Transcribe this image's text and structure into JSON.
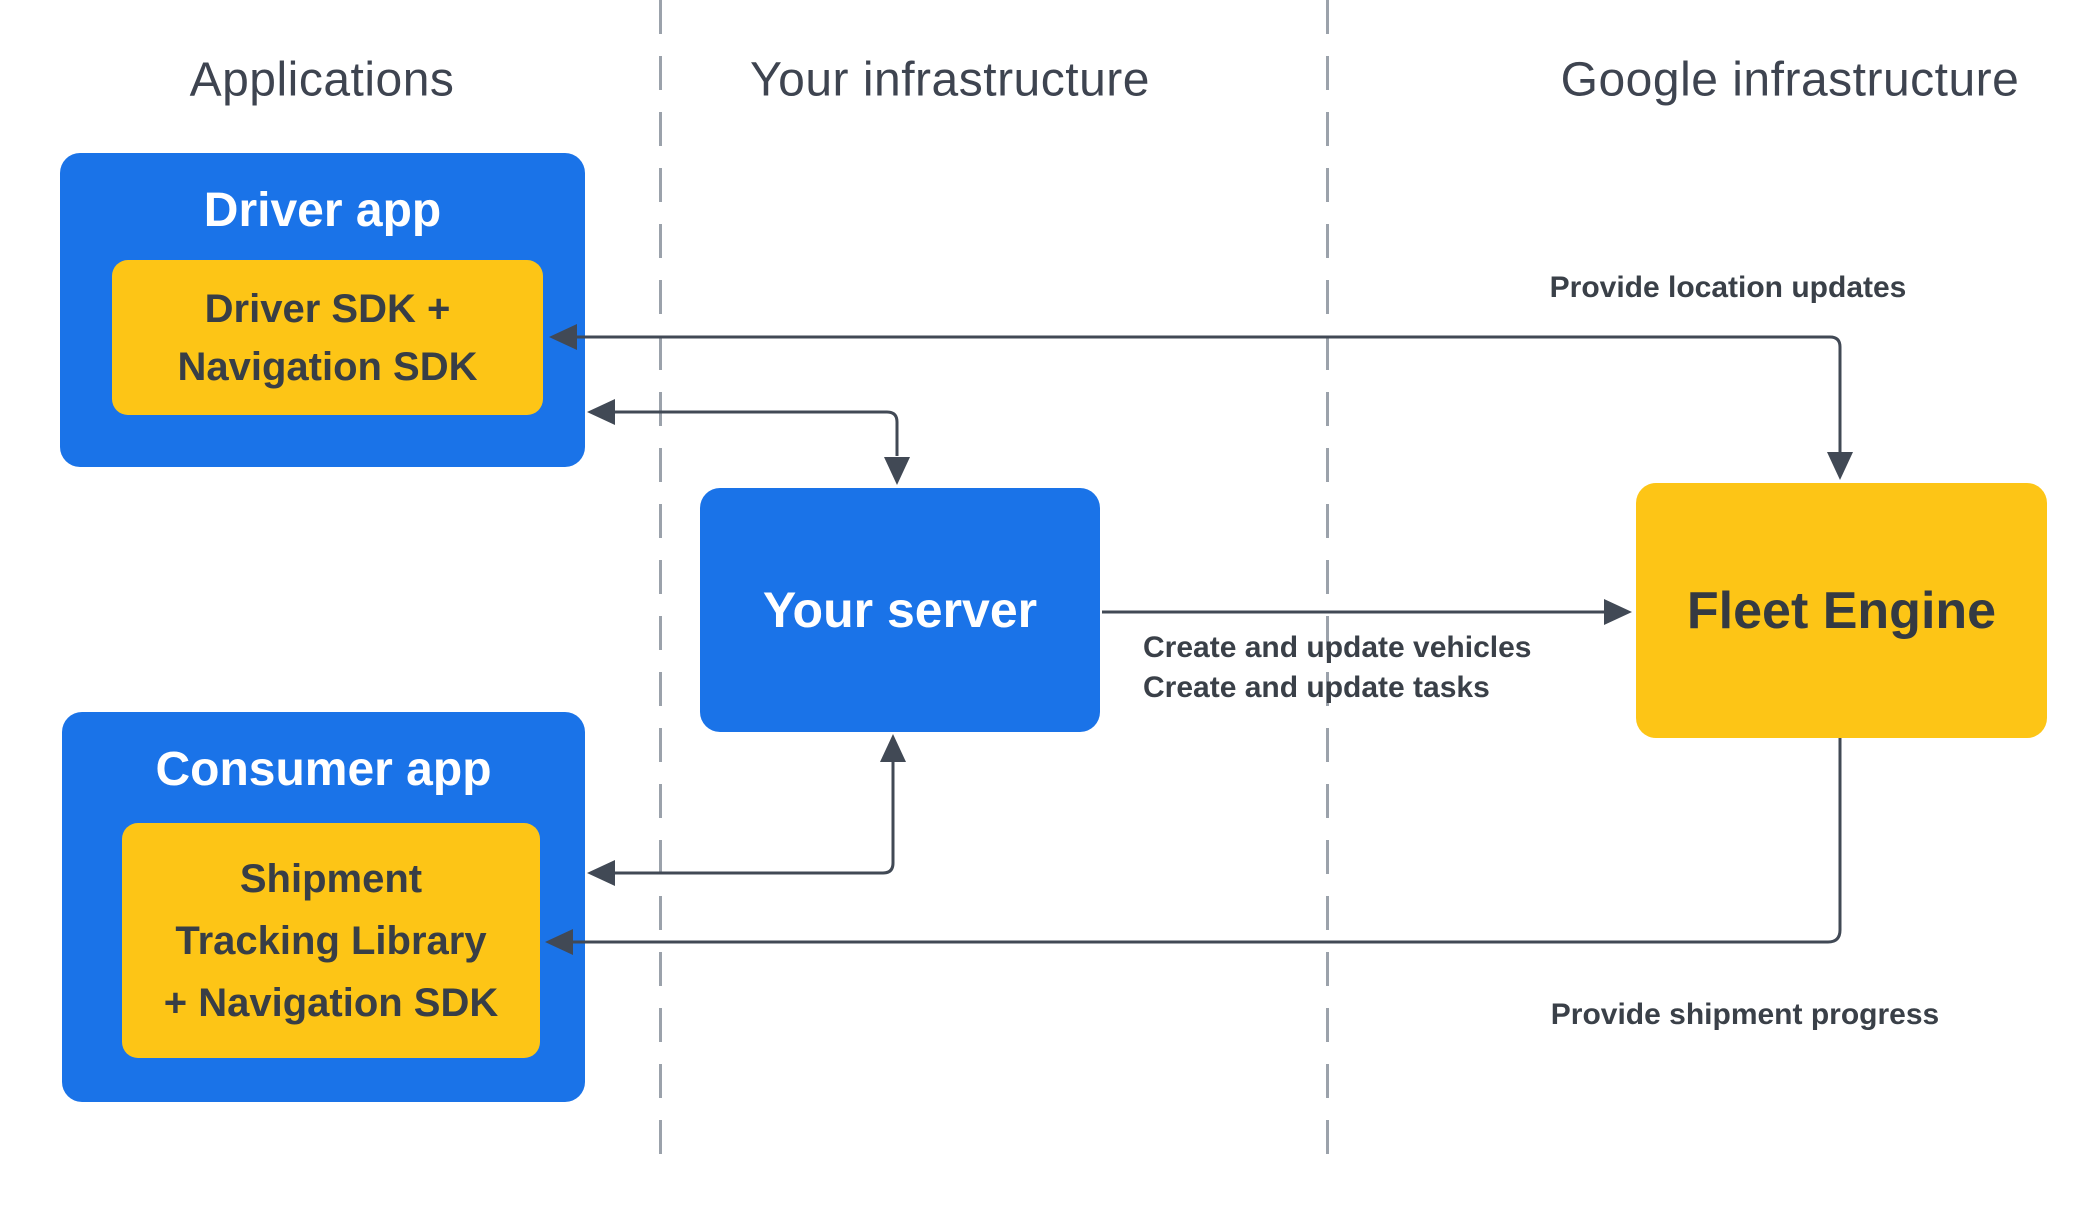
{
  "columns": [
    {
      "label": "Applications"
    },
    {
      "label": "Your infrastructure"
    },
    {
      "label": "Google infrastructure"
    }
  ],
  "nodes": {
    "driver_app": {
      "title": "Driver app",
      "sdk_lines": [
        "Driver SDK +",
        "Navigation SDK"
      ]
    },
    "consumer_app": {
      "title": "Consumer app",
      "sdk_lines": [
        "Shipment",
        "Tracking Library",
        "+ Navigation SDK"
      ]
    },
    "your_server": {
      "title": "Your server"
    },
    "fleet_engine": {
      "title": "Fleet Engine"
    }
  },
  "edge_labels": {
    "provide_location_updates": "Provide location updates",
    "create_and_update_lines": [
      "Create and update vehicles",
      "Create and update tasks"
    ],
    "provide_shipment_progress": "Provide shipment progress"
  },
  "palette": {
    "box_blue": "#1a73e8",
    "box_yellow": "#fdc516",
    "arrow_line": "#414955",
    "divider_gray": "#9ba2ab",
    "heading_text": "#3e4450",
    "dark_text": "#383e46",
    "white_text": "#ffffff"
  }
}
